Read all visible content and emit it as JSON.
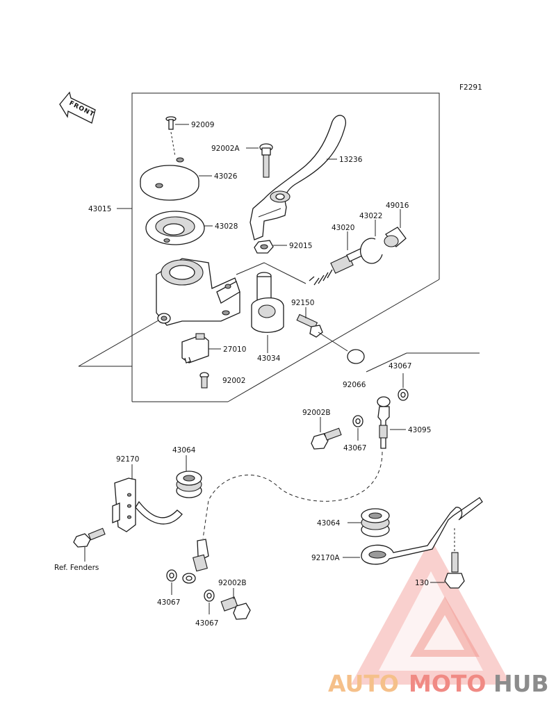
{
  "figure_code": "F2291",
  "front_label": "FRONT",
  "ref_fenders": "Ref. Fenders",
  "parts": {
    "p92009": "92009",
    "p92002A": "92002A",
    "p13236": "13236",
    "p43026": "43026",
    "p43015": "43015",
    "p43028": "43028",
    "p43020": "43020",
    "p43022": "43022",
    "p49016": "49016",
    "p92015": "92015",
    "p92150": "92150",
    "p27010": "27010",
    "p43034": "43034",
    "p92002": "92002",
    "p43067_a": "43067",
    "p92066": "92066",
    "p92002B_a": "92002B",
    "p43095": "43095",
    "p43067_b": "43067",
    "p92170": "92170",
    "p43064_a": "43064",
    "p43064_b": "43064",
    "p92170A": "92170A",
    "p130": "130",
    "p43067_c": "43067",
    "p92002B_b": "92002B",
    "p43067_d": "43067"
  },
  "watermark": {
    "part1": "AUTO",
    "part2": "MOTO",
    "part3": "HUB",
    "colors": {
      "auto": "#f5c08a",
      "moto": "#f08a84",
      "hub": "#8c8c8c",
      "triangle": "#f0908a"
    }
  }
}
